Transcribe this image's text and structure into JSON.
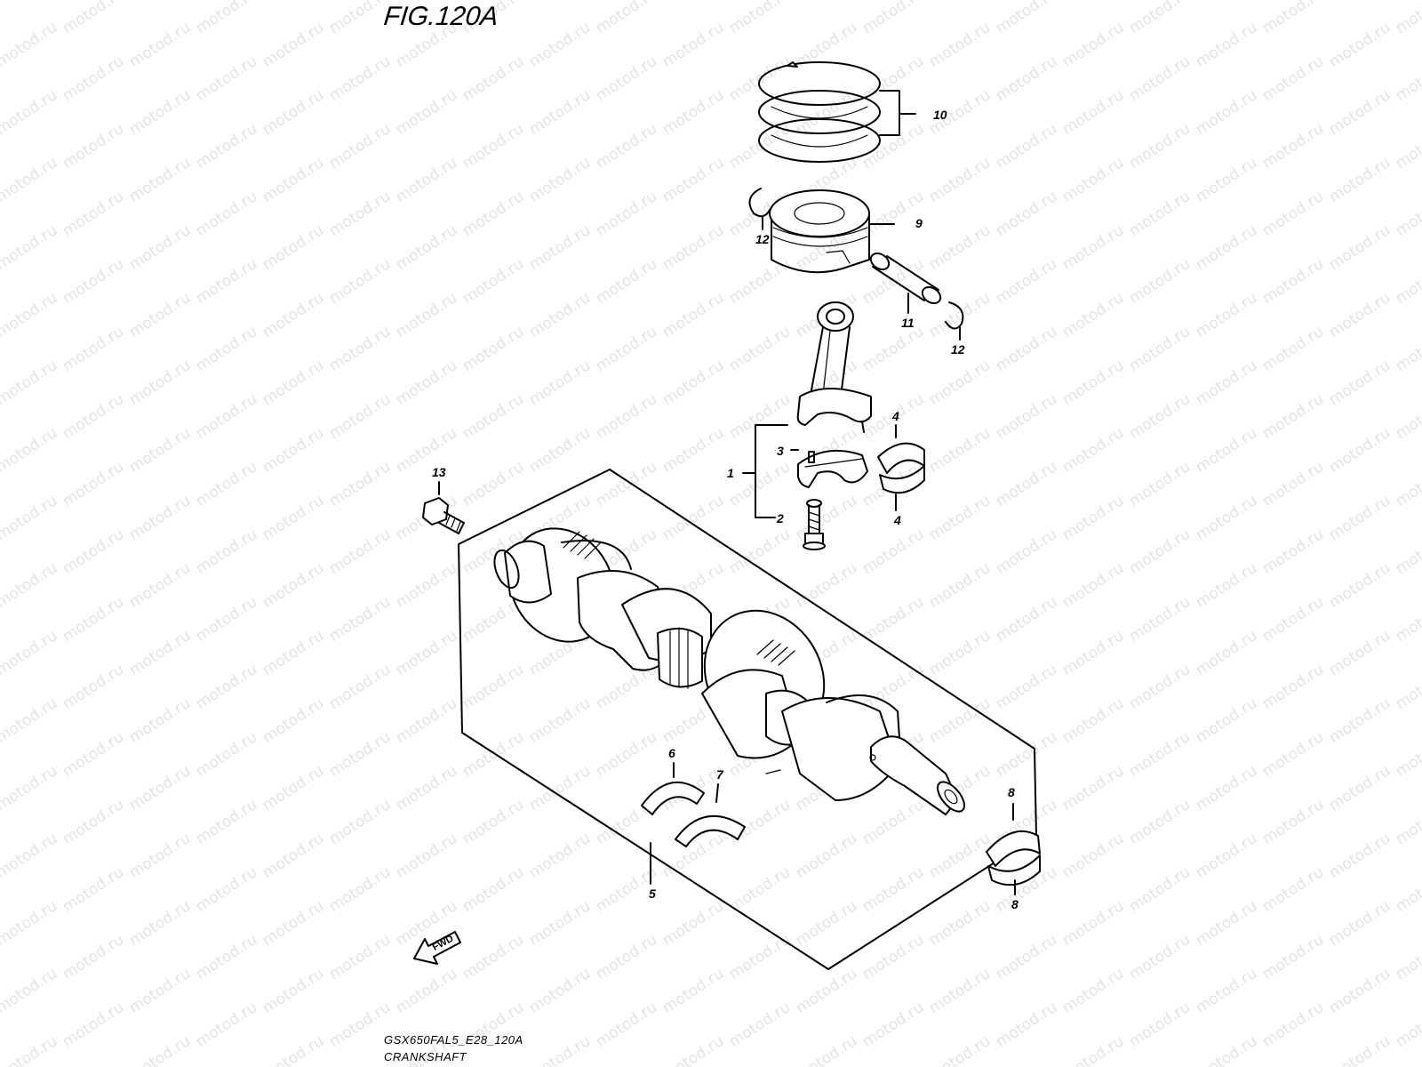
{
  "figure": {
    "title": "FIG.120A",
    "code": "GSX650FAL5_E28_120A",
    "name": "CRANKSHAFT"
  },
  "watermark": "motod.ru",
  "fwd_label": "FWD",
  "callouts": {
    "c1": "1",
    "c2": "2",
    "c3": "3",
    "c4a": "4",
    "c4b": "4",
    "c5": "5",
    "c6": "6",
    "c7": "7",
    "c8a": "8",
    "c8b": "8",
    "c9": "9",
    "c10": "10",
    "c11": "11",
    "c12a": "12",
    "c12b": "12",
    "c13": "13"
  }
}
